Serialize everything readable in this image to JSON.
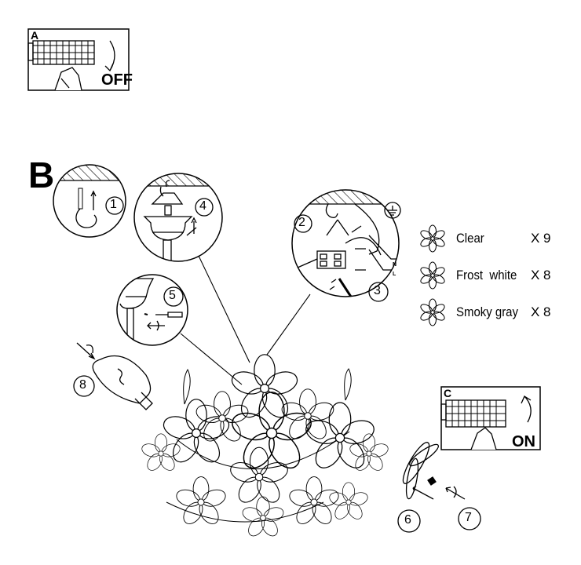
{
  "panel_a": {
    "label": "A",
    "state": "OFF"
  },
  "panel_b": {
    "label": "B"
  },
  "panel_c": {
    "label": "C",
    "state": "ON"
  },
  "steps": [
    "1",
    "2",
    "3",
    "4",
    "5",
    "6",
    "7",
    "8"
  ],
  "wiring": {
    "neutral": "N",
    "live": "L"
  },
  "legend": [
    {
      "name": "Clear",
      "qty": "X 9"
    },
    {
      "name": "Frost  white",
      "qty": "X 8"
    },
    {
      "name": "Smoky gray",
      "qty": "X 8"
    }
  ],
  "colors": {
    "ink": "#000000",
    "paper": "#ffffff"
  }
}
